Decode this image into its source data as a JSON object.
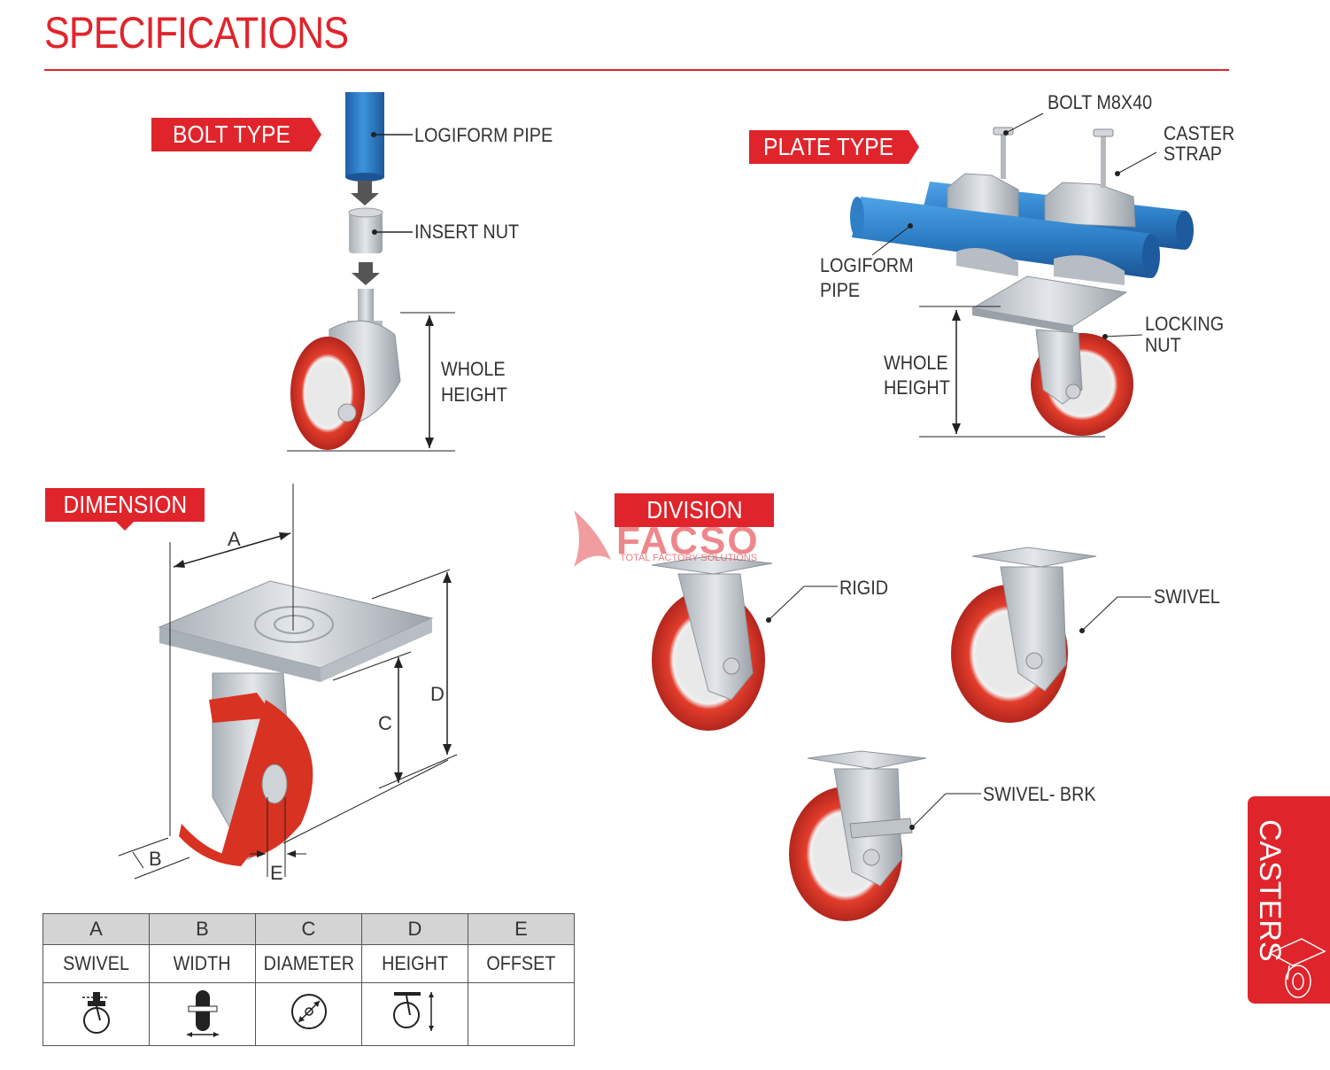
{
  "page": {
    "title": "SPECIFICATIONS",
    "side_tab": "CASTERS"
  },
  "bolt_type": {
    "tag": "BOLT TYPE",
    "labels": {
      "pipe": "LOGIFORM PIPE",
      "nut": "INSERT NUT",
      "height_1": "WHOLE",
      "height_2": "HEIGHT"
    }
  },
  "plate_type": {
    "tag": "PLATE TYPE",
    "labels": {
      "bolt": "BOLT M8X40",
      "strap_1": "CASTER",
      "strap_2": "STRAP",
      "pipe_1": "LOGIFORM",
      "pipe_2": "PIPE",
      "nut_1": "LOCKING",
      "nut_2": "NUT",
      "height_1": "WHOLE",
      "height_2": "HEIGHT"
    }
  },
  "dimension": {
    "tag": "DIMENSION",
    "letters": {
      "a": "A",
      "b": "B",
      "c": "C",
      "d": "D",
      "e": "E"
    }
  },
  "division": {
    "tag": "DIVISION",
    "labels": {
      "rigid": "RIGID",
      "swivel": "SWIVEL",
      "swivel_brk": "SWIVEL- BRK"
    }
  },
  "watermark": {
    "name": "FACSO",
    "tagline": "TOTAL FACTORY SOLUTIONS"
  },
  "spec_table": {
    "letters": [
      "A",
      "B",
      "C",
      "D",
      "E"
    ],
    "names": [
      "SWIVEL",
      "WIDTH",
      "DIAMETER",
      "HEIGHT",
      "OFFSET"
    ],
    "icons": [
      "swivel-icon",
      "width-icon",
      "diameter-icon",
      "height-icon",
      ""
    ]
  },
  "colors": {
    "brand_red": "#e0242b",
    "pipe_blue": "#2f7fc6",
    "wheel_red": "#d93a2c",
    "metal": "#c9ced4"
  }
}
